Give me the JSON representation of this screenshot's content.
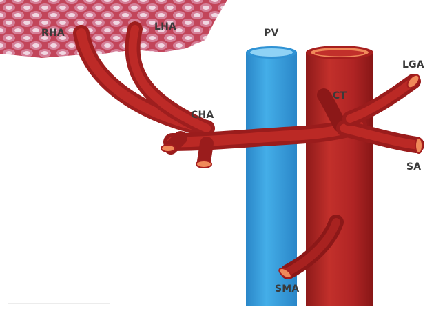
{
  "labels": {
    "rha": "RHA",
    "lha": "LHA",
    "pv": "PV",
    "lga": "LGA",
    "ct": "CT",
    "cha": "CHA",
    "sa": "SA",
    "sma": "SMA"
  },
  "colors": {
    "artery_dark": "#9a1c1c",
    "artery_main": "#b82525",
    "artery_light": "#d23a32",
    "vessel_lumen": "#f39a62",
    "portal_vein": "#3a9fe0",
    "portal_vein_light": "#7fcaf2",
    "liver_tissue": "#c2455a",
    "liver_cell": "#e6b8c9",
    "label_text": "#3a3a3a"
  }
}
